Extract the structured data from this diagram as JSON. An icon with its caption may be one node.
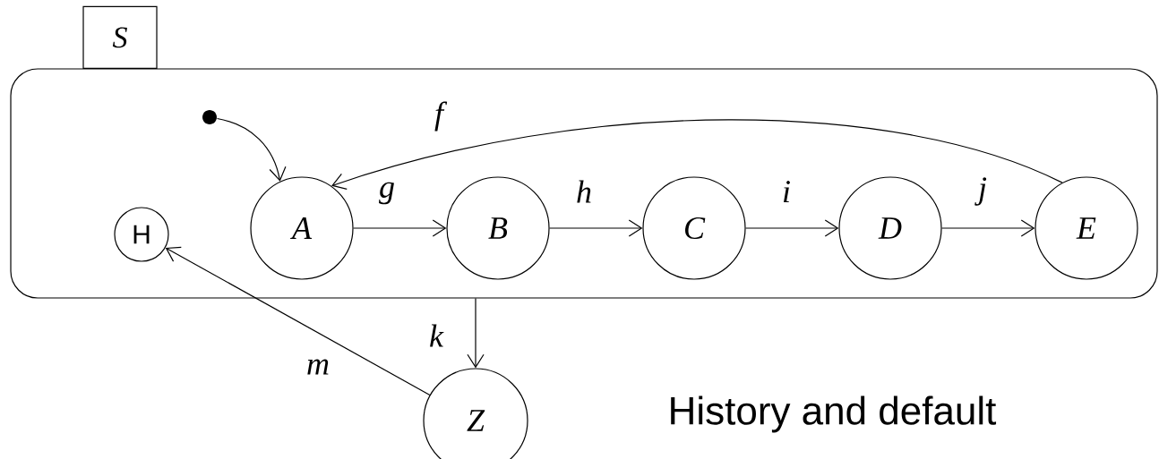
{
  "diagram": {
    "nodes": [
      {
        "text": [
          "S"
        ]
      },
      {
        "text": [],
        "shape": "circle",
        "in": 0
      },
      {
        "text": [
          "H"
        ],
        "in": 0
      },
      {
        "text": [
          "A"
        ],
        "in": 0
      },
      {
        "text": [
          "B"
        ],
        "in": 0
      },
      {
        "text": [
          "C"
        ],
        "in": 0
      },
      {
        "text": [
          "D"
        ],
        "in": 0
      },
      {
        "text": [
          "E"
        ],
        "in": 0
      },
      {
        "text": [
          "Z"
        ]
      }
    ],
    "edges": [
      {
        "from": 1,
        "to": 3,
        "arrow": "to"
      },
      {
        "from": 3,
        "to": 4,
        "arrow": "to",
        "label": "g"
      },
      {
        "from": 4,
        "to": 5,
        "arrow": "to",
        "label": "h"
      },
      {
        "from": 5,
        "to": 6,
        "arrow": "to",
        "label": "i"
      },
      {
        "from": 6,
        "to": 7,
        "arrow": "to",
        "label": "j"
      },
      {
        "from": 7,
        "to": 3,
        "arrow": "to",
        "label": "f"
      },
      {
        "from": 0,
        "to": 8,
        "arrow": "to",
        "label": "k"
      },
      {
        "from": 8,
        "to": 2,
        "arrow": "to",
        "label": "m"
      }
    ],
    "labels": [
      "History and default"
    ]
  }
}
